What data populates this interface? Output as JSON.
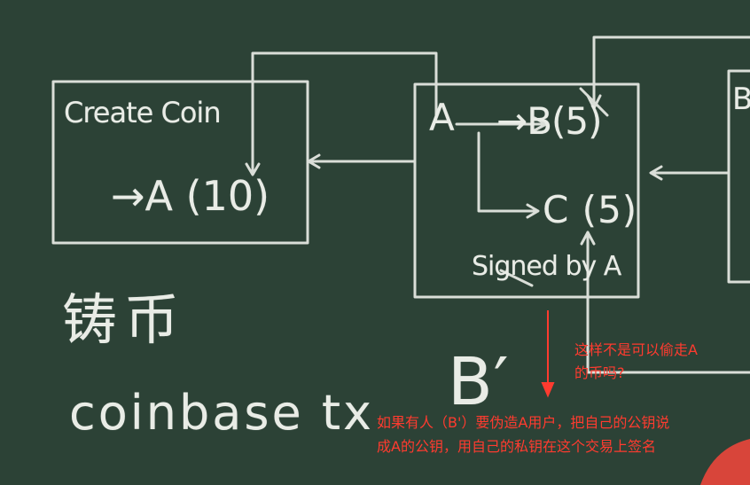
{
  "board": {
    "create_coin": "Create Coin",
    "a10": "→A (10)",
    "tx_a": "A",
    "b5": "→B(5)",
    "c5": "C (5)",
    "signed_by": "Signed by A",
    "zhubi": "铸币",
    "coinbase": "coinbase tx",
    "b_prime": "B′",
    "edge_letter": "B"
  },
  "annotations": {
    "top_line1": "这样不是可以偷走A",
    "top_line2": "的币吗?",
    "bottom_line1": "如果有人（B'）要伪造A用户，把自己的公钥说",
    "bottom_line2": "成A的公钥，用自己的私钥在这个交易上签名"
  },
  "colors": {
    "chalkboard": "#2c4236",
    "chalk": "#e9ece6",
    "annotation": "#ff3b2f"
  }
}
